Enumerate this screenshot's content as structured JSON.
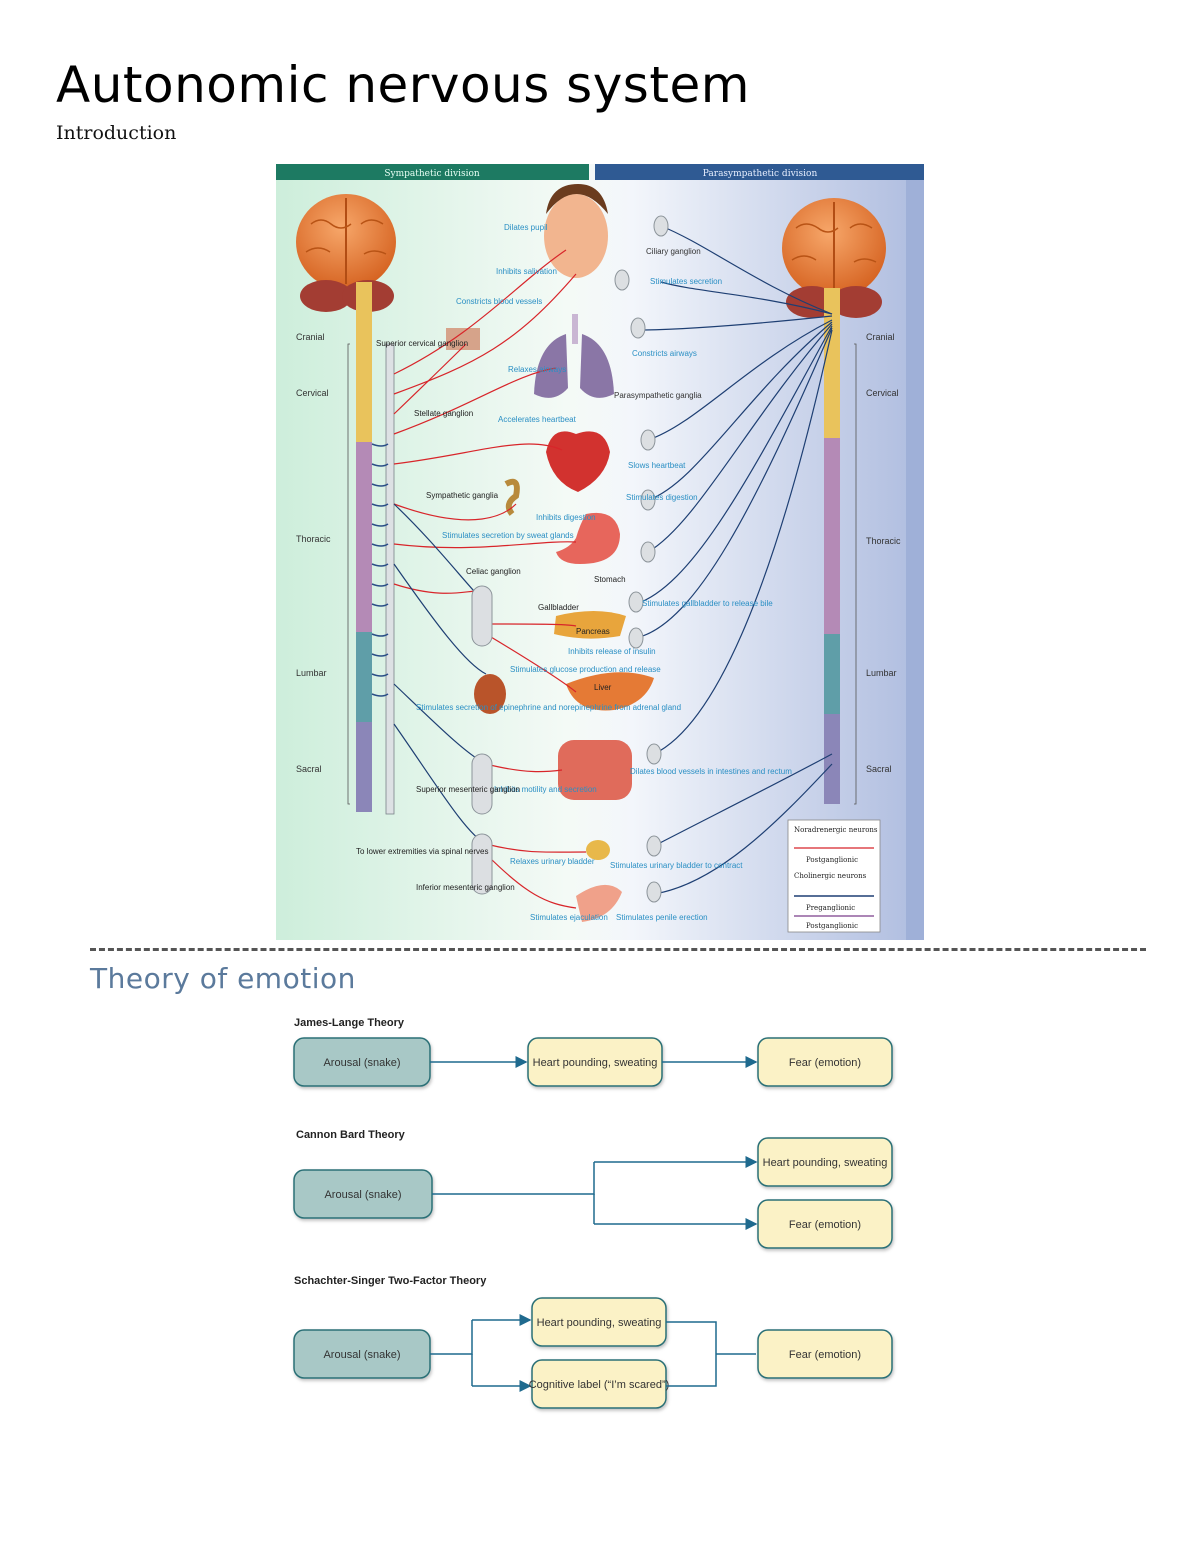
{
  "document": {
    "title": "Autonomic nervous system",
    "subtitle": "Introduction",
    "section2_title": "Theory of emotion"
  },
  "ans_figure": {
    "headers": {
      "left": "Sympathetic division",
      "right": "Parasympathetic division"
    },
    "left_regions": [
      "Cranial",
      "Cervical",
      "Thoracic",
      "Lumbar",
      "Sacral"
    ],
    "right_regions": [
      "Cranial",
      "Cervical",
      "Thoracic",
      "Lumbar",
      "Sacral"
    ],
    "sympathetic_labels": [
      "Dilates pupil",
      "Inhibits salivation",
      "Constricts blood vessels",
      "Relaxes airways",
      "Accelerates heartbeat",
      "Inhibits digestion",
      "Stimulates secretion by sweat glands",
      "Stimulates glucose production and release",
      "Stimulates secretion of epinephrine and norepinephrine from adrenal gland",
      "Inhibits motility and secretion",
      "Relaxes urinary bladder",
      "Stimulates ejaculation"
    ],
    "parasympathetic_labels": [
      "Ciliary ganglion",
      "Stimulates secretion",
      "Constricts airways",
      "Parasympathetic ganglia",
      "Slows heartbeat",
      "Stimulates digestion",
      "Stimulates gallbladder to release bile",
      "Dilates blood vessels in intestines and rectum",
      "Stimulates urinary bladder to contract",
      "Stimulates penile erection"
    ],
    "structure_labels": [
      "Superior cervical ganglion",
      "Stellate ganglion",
      "Sympathetic ganglia",
      "Celiac ganglion",
      "Stomach",
      "Gallbladder",
      "Pancreas",
      "Inhibits release of insulin",
      "Liver",
      "Superior mesenteric ganglion",
      "Inferior mesenteric ganglion",
      "To lower extremities via spinal nerves"
    ],
    "legend": {
      "noradrenergic": "Noradrenergic neurons",
      "postganglionic": "Postganglionic",
      "cholinergic": "Cholinergic neurons",
      "preganglionic": "Preganglionic",
      "postganglionic2": "Postganglionic"
    },
    "colors": {
      "sympathetic_header": "#1d7a62",
      "parasympathetic_header": "#2f5a93",
      "left_bg": "#d6efe0",
      "right_bg": "#c4cde6",
      "sympathetic_line": "#d8252a",
      "parasympathetic_line": "#1e3f73",
      "label_blue": "#2a8fc4",
      "brain": "#e87a35",
      "cerebellum": "#a33d33"
    }
  },
  "emotion_theories": [
    {
      "name": "James-Lange Theory",
      "boxes": [
        "Arousal (snake)",
        "Heart pounding, sweating",
        "Fear (emotion)"
      ]
    },
    {
      "name": "Cannon Bard Theory",
      "boxes": [
        "Arousal (snake)",
        "Heart pounding, sweating",
        "Fear (emotion)"
      ]
    },
    {
      "name": "Schachter-Singer Two-Factor Theory",
      "boxes": [
        "Arousal (snake)",
        "Heart pounding, sweating",
        "Cognitive label (“I’m scared”)",
        "Fear (emotion)"
      ]
    }
  ],
  "flow_colors": {
    "arousal_fill": "#a8c8c6",
    "response_fill": "#fbf2c6",
    "border": "#2a6f76",
    "arrow": "#1f6a8e"
  }
}
